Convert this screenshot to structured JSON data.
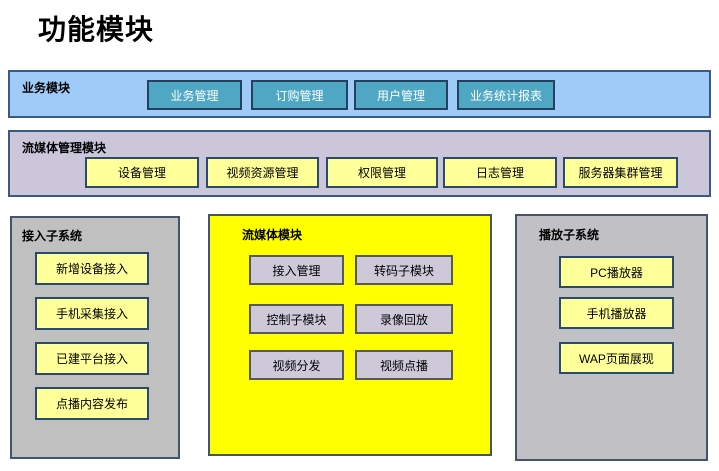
{
  "title": "功能模块",
  "colors": {
    "band_business_bg": "#9FCBF8",
    "band_business_border": "#3B5A80",
    "teal_button_bg": "#4FA7C3",
    "teal_button_border": "#24415F",
    "band_media_mgmt_bg": "#CCC6DB",
    "yellow_button_bg": "#FFFF99",
    "yellow_button_border": "#2A4A70",
    "gray_panel_bg": "#C0C0C0",
    "panel_border": "#44546A",
    "streaming_panel_bg": "#FFFF00",
    "lavender_button_bg": "#CDC9D9",
    "lavender_button_border": "#595959"
  },
  "band_business": {
    "label": "业务模块",
    "buttons": [
      "业务管理",
      "订购管理",
      "用户管理",
      "业务统计报表"
    ]
  },
  "band_media_mgmt": {
    "label": "流媒体管理模块",
    "buttons": [
      "设备管理",
      "视频资源管理",
      "权限管理",
      "日志管理",
      "服务器集群管理"
    ]
  },
  "panel_access": {
    "label": "接入子系统",
    "buttons": [
      "新增设备接入",
      "手机采集接入",
      "已建平台接入",
      "点播内容发布"
    ]
  },
  "panel_streaming": {
    "label": "流媒体模块",
    "buttons": [
      "接入管理",
      "转码子模块",
      "控制子模块",
      "录像回放",
      "视频分发",
      "视频点播"
    ]
  },
  "panel_player": {
    "label": "播放子系统",
    "buttons": [
      "PC播放器",
      "手机播放器",
      "WAP页面展现"
    ]
  }
}
